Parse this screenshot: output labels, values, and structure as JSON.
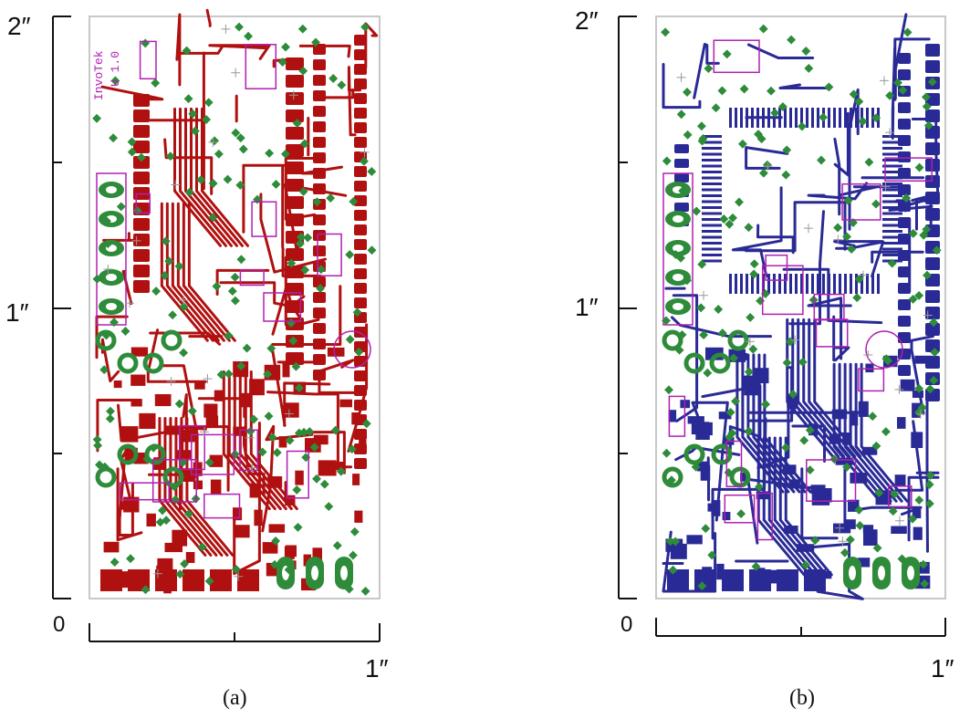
{
  "panels": [
    {
      "id": "a",
      "caption": "(a)",
      "layer_color": "#b01010",
      "silk_text": [
        "InvoTek",
        "U 1.0"
      ],
      "y_tick_labels": {
        "top": "2″",
        "mid": "1″"
      },
      "x_tick_labels": {
        "origin": "0",
        "end": "1″"
      }
    },
    {
      "id": "b",
      "caption": "(b)",
      "layer_color": "#2a2a96",
      "y_tick_labels": {
        "top": "2″",
        "mid": "1″"
      },
      "x_tick_labels": {
        "origin": "0",
        "end": "1″"
      }
    }
  ],
  "colors": {
    "via": "#2e8b3a",
    "silkscreen": "#b020b0",
    "board_edge": "#c8c8c8"
  }
}
